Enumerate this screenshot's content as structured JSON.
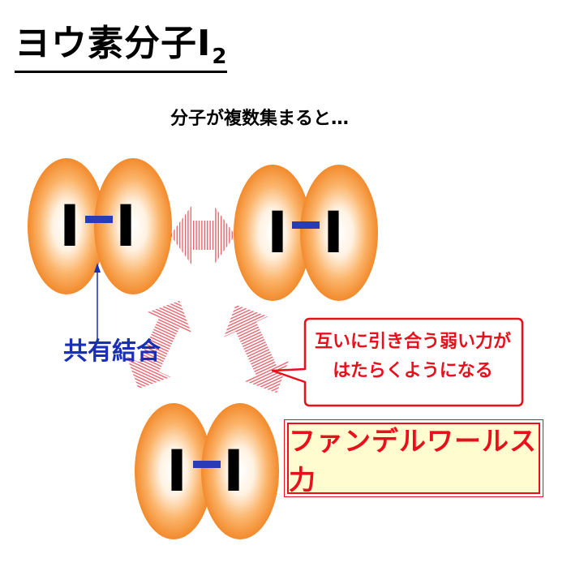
{
  "title": {
    "text": "ヨウ素分子I",
    "subscript": "2"
  },
  "subtitle": "分子が複数集まると…",
  "molecule": {
    "atom": "I"
  },
  "bond_label": "共有結合",
  "callout": {
    "line1": "互いに引き合う弱い力が",
    "line2": "はたらくようになる"
  },
  "highlight_box": {
    "text": "ファンデルワールス力"
  },
  "colors": {
    "atom_outer": "#f59a3c",
    "atom_inner": "#ffffff",
    "bond": "#2b3bb8",
    "arrow_stripe": "#e8646e",
    "accent_red": "#e8111b",
    "label_blue": "#1a2fb8",
    "box_fill": "#fffdd0"
  }
}
